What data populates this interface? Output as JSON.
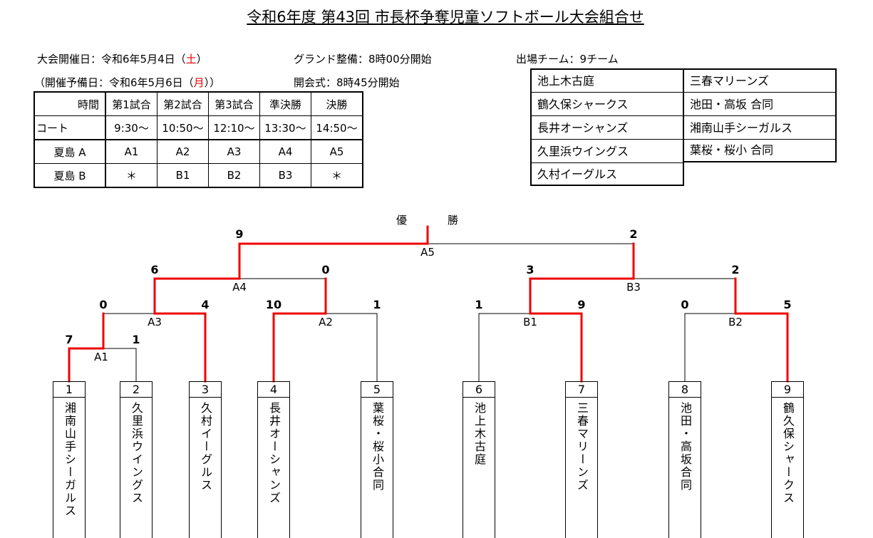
{
  "title": "令和6年度  第43回  市長杯争奪児童ソフトボール大会組合せ",
  "info": {
    "date_prefix": "大会開催日：令和6年5月4日（",
    "date_day": "土",
    "date_suffix": "）",
    "reserve_prefix": "（開催予備日：令和6年5月6日（",
    "reserve_day": "月",
    "reserve_suffix": "））",
    "ground": "グランド整備：8時00分開始",
    "opening": "開会式：8時45分開始",
    "teams_count": "出場チーム：9チーム"
  },
  "schedule": {
    "corner_top": "時間",
    "corner_bottom": "コート",
    "games": [
      "第1試合",
      "第2試合",
      "第3試合",
      "準決勝",
      "決勝"
    ],
    "times": [
      "9:30〜",
      "10:50〜",
      "12:10〜",
      "13:30〜",
      "14:50〜"
    ],
    "courts": [
      {
        "name": "夏島  A",
        "matches": [
          "A1",
          "A2",
          "A3",
          "A4",
          "A5"
        ]
      },
      {
        "name": "夏島  B",
        "matches": [
          "＊",
          "B1",
          "B2",
          "B3",
          "＊"
        ]
      }
    ]
  },
  "team_list": {
    "left": [
      "池上木古庭",
      "鶴久保シャークス",
      "長井オーシャンズ",
      "久里浜ウイングス",
      "久村イーグルス"
    ],
    "right": [
      "三春マリーンズ",
      "池田・高坂  合同",
      "湘南山手シーガルス",
      "葉桜・桜小  合同"
    ]
  },
  "bracket": {
    "champion_label": [
      "優",
      "勝"
    ],
    "teams": [
      {
        "num": "1",
        "name": "湘南山手シーガルス"
      },
      {
        "num": "2",
        "name": "久里浜ウイングス"
      },
      {
        "num": "3",
        "name": "久村イーグルス"
      },
      {
        "num": "4",
        "name": "長井オーシャンズ"
      },
      {
        "num": "5",
        "name": "葉桜・桜小合同"
      },
      {
        "num": "6",
        "name": "池上木古庭"
      },
      {
        "num": "7",
        "name": "三春マリーンズ"
      },
      {
        "num": "8",
        "name": "池田・高坂合同"
      },
      {
        "num": "9",
        "name": "鶴久保シャークス"
      }
    ],
    "matches": [
      {
        "id": "A1",
        "scores": [
          "7",
          "1"
        ]
      },
      {
        "id": "A2",
        "scores": [
          "10",
          "1"
        ]
      },
      {
        "id": "A3",
        "scores": [
          "0",
          "4"
        ]
      },
      {
        "id": "B1",
        "scores": [
          "1",
          "9"
        ]
      },
      {
        "id": "B2",
        "scores": [
          "0",
          "5"
        ]
      },
      {
        "id": "A4",
        "scores": [
          "6",
          "0"
        ]
      },
      {
        "id": "B3",
        "scores": [
          "3",
          "2"
        ]
      },
      {
        "id": "A5",
        "scores": [
          "9",
          "2"
        ]
      }
    ],
    "colors": {
      "winner_line": "#ee0000",
      "line": "#000000"
    }
  }
}
